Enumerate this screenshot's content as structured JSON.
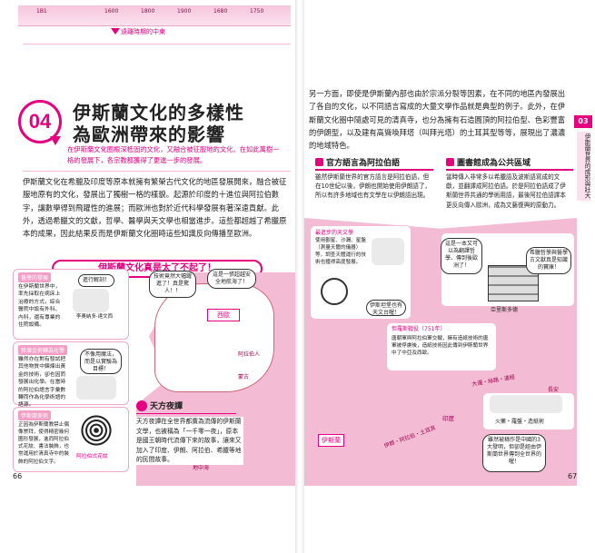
{
  "left_page": {
    "timeline_ticks": [
      "1B1",
      "1600",
      "1800",
      "1900",
      "1680",
      "1750"
    ],
    "era_label": "遠離時期的中東",
    "chapter_num": "04",
    "title_line1": "伊斯蘭文化的多樣性",
    "title_line2": "為歐洲帶來的影響",
    "lead_text": "在伊斯蘭文化圈根深柢固的文化，又融合被征服地的文化。在如此萬樹一格的發展下，各宗教都獲得了更進一步的發展。",
    "body_text": "伊斯蘭文化在希臘及印度等原本就擁有繁榮古代文化的地區發展開來，融合被征服地原有的文化，發展出了獨樹一格的樣貌。起源於印度的十進位與阿拉伯數字，讓數學得到飛躍性的進展；而歐洲也對於近代科學發展有著深遠貢獻。此外，透過希臘文的文獻，哲學、醫學與天文學也相當進步。這些都超越了希臘原本的成果，因此結果反而是伊斯蘭文化圈時這些知識反向傳播至歐洲。",
    "banner": "伊斯蘭文化真是太了不起了！",
    "medicine": {
      "label": "醫學的發展",
      "text": "在伊斯蘭世界中，率先採取在病床上治療的方式，綜合醫院中設有外科、內科，還有專業的住院設備。",
      "b1": "進行解剖！",
      "b2": "李奧納多·達文西"
    },
    "chem": {
      "label": "將煉金術轉為化學",
      "text": "雖然亦在對有發試把其他物質中鍊煉出黃金的技術，卻也因而發展出化學。在當時的阿拉伯語言字彙數轉而作為化學術語的語源。",
      "b1": "不像用魔法，而是以實驗為目標！"
    },
    "art": {
      "label": "伊斯蘭美術",
      "text": "正因為伊斯蘭教禁止偶像崇拜，使得精密幾何圖形發展，進而阿拉伯式花紋、書法裝飾，也常運用於清真寺中的裝飾的阿拉伯文字。",
      "caption": "阿拉伯式花紋"
    },
    "map_bubbles": [
      "技術竟然大幅躍進了！真是驚人！！",
      "這是一張超越安全地航海了！"
    ],
    "map_labels": [
      "西歐",
      "阿拉伯人",
      "蒙古",
      "地中海"
    ],
    "night_title": "天方夜譚",
    "night_text": "天方夜譚在全世界都廣為流傳的伊斯蘭文學，也被稱為「一千零一夜」，原本是國王朝時代流傳下來的故事，讓來又加入了印度、伊朗、阿拉伯、希臘等地的民間故事。",
    "page_num": "66"
  },
  "right_page": {
    "body_text": "另一方面，即使是伊斯蘭內部也由於宗派分裂等因素，在不同的地區內發展出了各自的文化，以不同語言寫成的大量文學作品就是典型的例子。此外，在伊斯蘭文化圈中隨處可見的清真寺，也分為擁有石造圓頂的阿拉伯型、色彩豐富的伊朗型，以及建有高聳喚拜塔（叫拜光塔）的土耳其型等等，展現出了濃濃的地域特色。",
    "tab_num": "03",
    "tab_text": "伊斯蘭世界的成形與壯大",
    "sec1": {
      "title": "官方語言為阿拉伯語",
      "text": "雖然伊斯蘭世界的官方語言是阿拉伯語，但在10世紀以後，伊朗也開始使用伊朗語了，所以有許多地域也有文學在以伊朗語出現。"
    },
    "sec2": {
      "title": "圖書館成為公共區域",
      "text": "當時傳入非常多以希臘語及波斯語寫成的文獻，並翻譯成阿拉伯語。於是阿拉伯語成了伊斯蘭世界共通的學術用語，最後阿拉伯語譯本更反向傳入歐洲，成為文藝復興的原動力。"
    },
    "astronomy": {
      "label": "最進步的天文學",
      "text": "使用觀星、沙漏、星盤（測量天體的儀器）等，調查天體運行的技術也獲得高度發展。",
      "caption": "伊斯坦堡也有天文台喔！"
    },
    "library": {
      "b1": "這是一本又可以為翻譯哲學、傳到後歐洲了！",
      "b2": "希臘哲學與醫學古文獻真是知識的寶庫！",
      "caption": "亞里斯多德"
    },
    "paper": {
      "label": "怛羅斯戰役（751年）",
      "text": "唐朝軍與阿拉伯軍交戰，擁有造紙技術的唐軍被俘虜後，造紙技術因此傳到伊斯蘭世界中了中亞及西歐。"
    },
    "map_labels": [
      "伊斯蘭",
      "印度",
      "長安",
      "大運・絲路・道經",
      "伊朗・阿拉伯・土耳其",
      "火藥・羅盤・造紙術"
    ],
    "china_bubble": "雖然被稱作是中國的3大發明，但卻是經由伊斯蘭世界傳到全世界的喔！",
    "page_num": "67"
  }
}
